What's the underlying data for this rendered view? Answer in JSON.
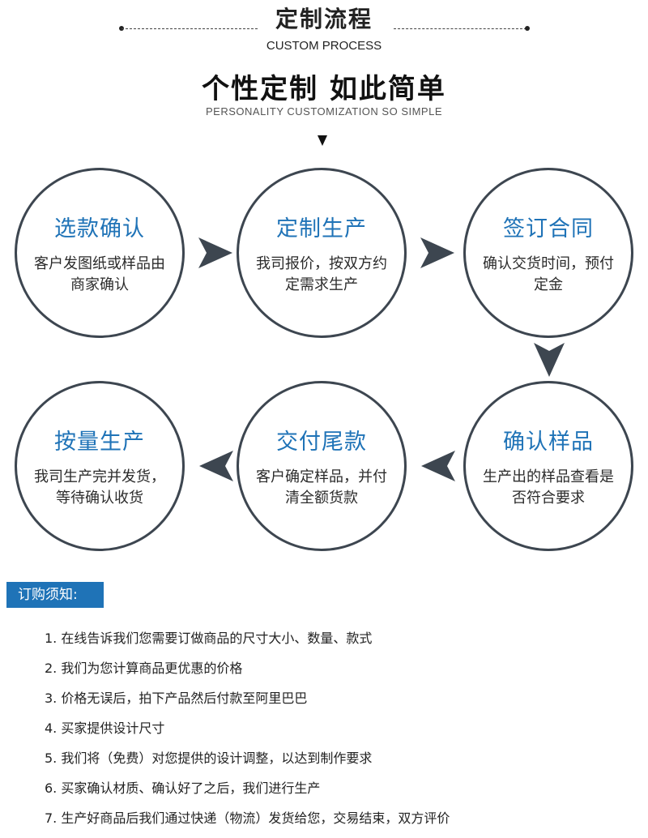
{
  "header": {
    "title": "定制流程",
    "subtitle": "CUSTOM PROCESS",
    "slogan": "个性定制 如此简单",
    "slogan_sub": "PERSONALITY CUSTOMIZATION SO SIMPLE"
  },
  "steps": [
    {
      "title": "选款确认",
      "desc": "客户发图纸或样品由商家确认"
    },
    {
      "title": "定制生产",
      "desc": "我司报价，按双方约定需求生产"
    },
    {
      "title": "签订合同",
      "desc": "确认交货时间，预付定金"
    },
    {
      "title": "确认样品",
      "desc": "生产出的样品查看是否符合要求"
    },
    {
      "title": "交付尾款",
      "desc": "客户确定样品，并付清全额货款"
    },
    {
      "title": "按量生产",
      "desc": "我司生产完并发货，等待确认收货"
    }
  ],
  "notice": {
    "label": "订购须知:",
    "items": [
      "1. 在线告诉我们您需要订做商品的尺寸大小、数量、款式",
      "2. 我们为您计算商品更优惠的价格",
      "3. 价格无误后，拍下产品然后付款至阿里巴巴",
      "4. 买家提供设计尺寸",
      "5. 我们将（免费）对您提供的设计调整，以达到制作要求",
      "6. 买家确认材质、确认好了之后，我们进行生产",
      "7. 生产好商品后我们通过快递（物流）发货给您，交易结束，双方评价"
    ]
  },
  "colors": {
    "accent": "#1f73b7",
    "circle_border": "#3d4650",
    "arrow": "#3d4650"
  },
  "icons": {
    "arrow_right": "arrow-right-icon",
    "arrow_left": "arrow-left-icon",
    "arrow_down": "arrow-down-icon"
  }
}
